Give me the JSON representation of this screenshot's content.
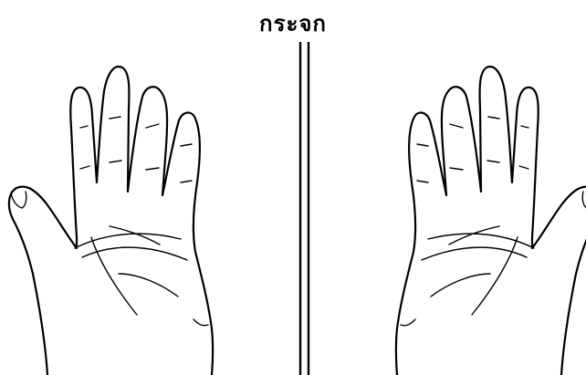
{
  "title": "กระจก",
  "figure": {
    "left_hand": "left-hand-palm",
    "right_hand": "right-hand-palm-mirrored",
    "mirror": "mirror-double-line"
  }
}
